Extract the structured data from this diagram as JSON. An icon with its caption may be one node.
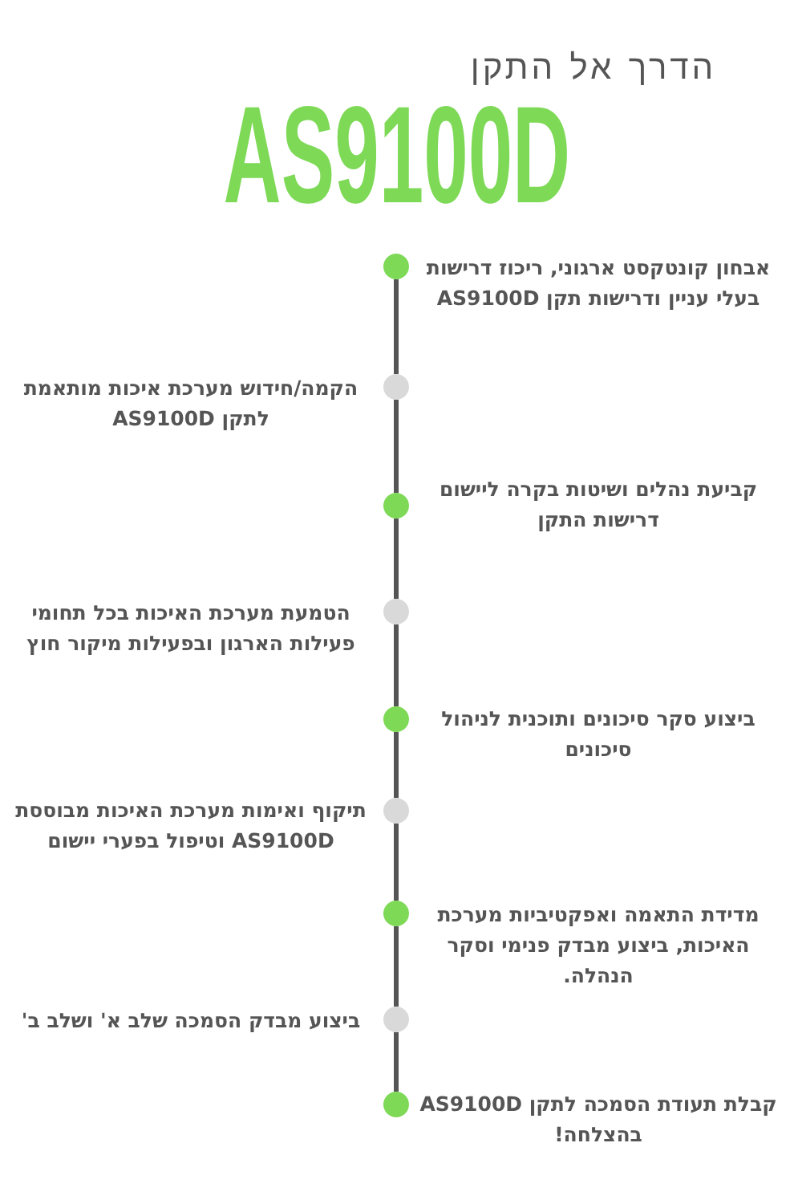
{
  "diagram": {
    "title": "הדרך אל התקן",
    "nodes": [
      {
        "text": [],
        "shape": "circle",
        "beside": [
          "אבחון קונטקסט ארגוני, ריכוז דרישות בעלי עניין ודרישות תקן AS9100D"
        ]
      },
      {
        "text": [],
        "shape": "circle",
        "beside": [
          "הקמה/חידוש מערכת איכות מותאמת לתקן AS9100D"
        ]
      },
      {
        "text": [],
        "shape": "circle",
        "beside": [
          "קביעת נהלים ושיטות בקרה ליישום דרישות התקן"
        ]
      },
      {
        "text": [],
        "shape": "circle",
        "beside": [
          "הטמעת מערכת האיכות בכל תחומי פעילות הארגון ובפעילות מיקור חוץ"
        ]
      },
      {
        "text": [],
        "shape": "circle",
        "beside": [
          "ביצוע סקר סיכונים ותוכנית לניהול סיכונים"
        ]
      },
      {
        "text": [],
        "shape": "circle",
        "beside": [
          "תיקוף ואימות מערכת האיכות מבוססת AS9100D וטיפול בפערי יישום"
        ]
      },
      {
        "text": [],
        "shape": "circle",
        "beside": [
          "מדידת התאמה ואפקטיביות מערכת האיכות, ביצוע מבדק פנימי וסקר הנהלה."
        ]
      },
      {
        "text": [],
        "shape": "circle",
        "beside": [
          "ביצוע מבדק הסמכה שלב א' ושלב ב'"
        ]
      },
      {
        "text": [],
        "shape": "circle",
        "beside": [
          "קבלת תעודת הסמכה לתקן AS9100D בהצלחה!"
        ]
      }
    ],
    "edges": [
      {
        "from": 0,
        "to": 1,
        "arrow": "none"
      },
      {
        "from": 1,
        "to": 2,
        "arrow": "none"
      },
      {
        "from": 2,
        "to": 3,
        "arrow": "none"
      },
      {
        "from": 3,
        "to": 4,
        "arrow": "none"
      },
      {
        "from": 4,
        "to": 5,
        "arrow": "none"
      },
      {
        "from": 5,
        "to": 6,
        "arrow": "none"
      },
      {
        "from": 6,
        "to": 7,
        "arrow": "none"
      },
      {
        "from": 7,
        "to": 8,
        "arrow": "none"
      }
    ],
    "labels": [
      "AS9100D"
    ]
  }
}
